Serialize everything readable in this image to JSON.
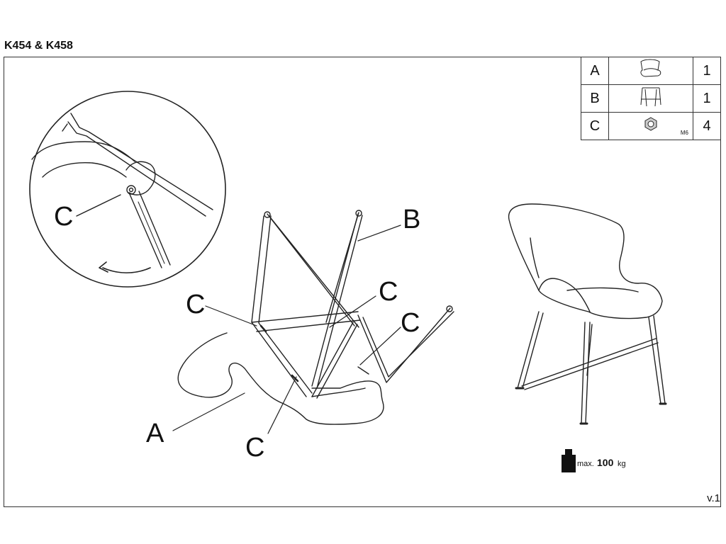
{
  "title": "K454 & K458",
  "version": "v.1",
  "parts": [
    {
      "id": "A",
      "icon": "seat-icon",
      "qty": "1"
    },
    {
      "id": "B",
      "icon": "frame-icon",
      "qty": "1"
    },
    {
      "id": "C",
      "icon": "nut-icon",
      "size": "M6",
      "qty": "4"
    }
  ],
  "labels": {
    "a": "A",
    "b": "B",
    "c": "C"
  },
  "capacity": {
    "prefix": "max.",
    "value": "100",
    "unit": "kg"
  }
}
